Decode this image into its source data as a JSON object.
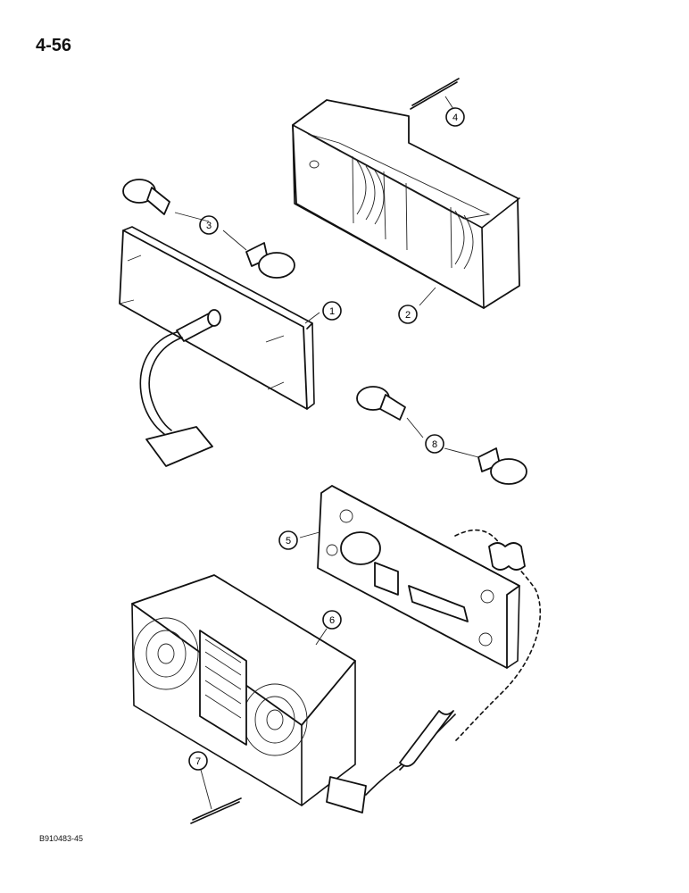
{
  "page": {
    "number": "4-56",
    "figure_code": "B910483-45"
  },
  "callouts": [
    {
      "id": "1",
      "label": "1"
    },
    {
      "id": "2",
      "label": "2"
    },
    {
      "id": "3",
      "label": "3"
    },
    {
      "id": "4",
      "label": "4"
    },
    {
      "id": "5",
      "label": "5"
    },
    {
      "id": "6",
      "label": "6"
    },
    {
      "id": "7",
      "label": "7"
    },
    {
      "id": "8",
      "label": "8"
    }
  ],
  "colors": {
    "ink": "#111111",
    "paper": "#ffffff"
  }
}
